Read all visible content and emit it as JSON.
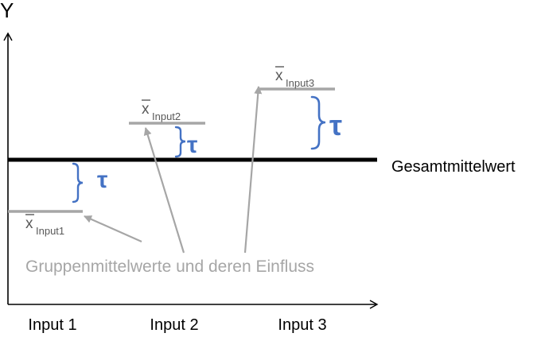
{
  "axes": {
    "y_label": "Y",
    "x_labels": [
      "Input 1",
      "Input 2",
      "Input 3"
    ]
  },
  "grand_mean": {
    "label": "Gesamtmittelwert"
  },
  "groups": [
    {
      "xbar": "x",
      "subscript": "Input1"
    },
    {
      "xbar": "x",
      "subscript": "Input2"
    },
    {
      "xbar": "x",
      "subscript": "Input3"
    }
  ],
  "effect_symbol": "τ",
  "caption": "Gruppenmittelwerte und deren Einfluss",
  "colors": {
    "axis": "#000000",
    "grand_mean": "#000000",
    "group_mean": "#a6a6a6",
    "arrow": "#a6a6a6",
    "effect": "#4472c4",
    "caption": "#a6a6a6",
    "text": "#000000",
    "subscript": "#595959"
  }
}
